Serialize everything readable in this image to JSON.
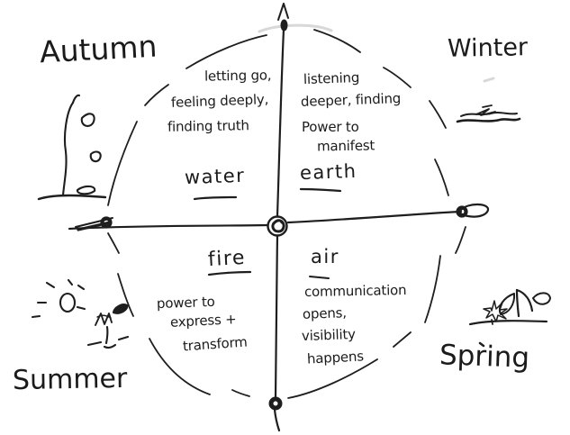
{
  "seasons": {
    "autumn": "Autumn",
    "winter": "Winter",
    "summer": "Summer",
    "spring": "Spring"
  },
  "quadrants": {
    "water": {
      "element": "water",
      "lines": [
        "letting go,",
        "feeling deeply,",
        "finding truth"
      ]
    },
    "earth": {
      "element": "earth",
      "lines": [
        "listening",
        "deeper, finding",
        "Power to",
        "manifest"
      ]
    },
    "fire": {
      "element": "fire",
      "lines": [
        "power to",
        "express +",
        "transform"
      ]
    },
    "air": {
      "element": "air",
      "lines": [
        "communication",
        "opens,",
        "visibility",
        "happens"
      ]
    }
  },
  "doodles": {
    "center": "spiral",
    "autumn": "cliff-with-falling-leaves",
    "winter": "frozen-water-lines",
    "summer": "sun-and-sprout",
    "spring": "flower-and-seedling",
    "axes": "cross-with-top-arrow-and-end-dots"
  },
  "colors": {
    "ink": "#1e1e1e",
    "paper": "#ffffff",
    "pencil": "#cbcbcb"
  }
}
